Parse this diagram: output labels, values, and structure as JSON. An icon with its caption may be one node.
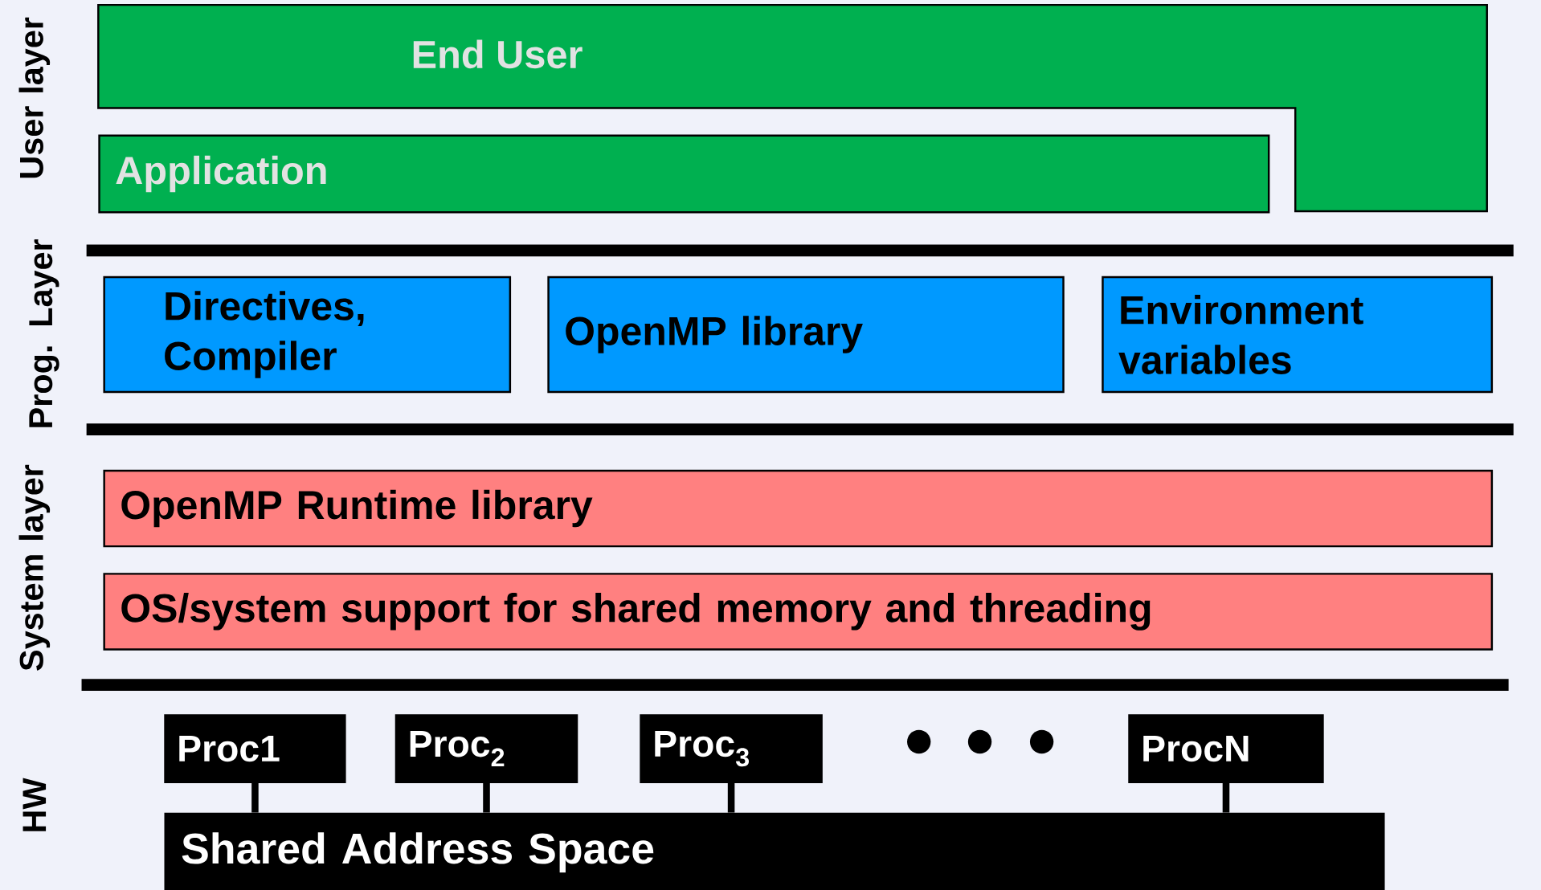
{
  "diagram": {
    "nodes": [
      {
        "text": [
          "End User"
        ]
      },
      {
        "text": [
          "Application"
        ]
      },
      {
        "text": [
          "Directives, Compiler"
        ]
      },
      {
        "text": [
          "OpenMP library"
        ]
      },
      {
        "text": [
          "Environment variables"
        ]
      },
      {
        "text": [
          "OpenMP Runtime library"
        ]
      },
      {
        "text": [
          "OS/system support for shared memory and threading"
        ]
      },
      {
        "text": [
          "Proc1"
        ]
      },
      {
        "text": [
          "Proc$_{2}$"
        ]
      },
      {
        "text": [
          "Proc$_{3}$"
        ]
      },
      {
        "text": [
          "ProcN"
        ]
      },
      {
        "text": [
          "Shared Address Space"
        ]
      }
    ],
    "edges": [
      {
        "from": 7,
        "to": 11,
        "arrow": "none"
      },
      {
        "from": 8,
        "to": 11,
        "arrow": "none"
      },
      {
        "from": 9,
        "to": 11,
        "arrow": "none"
      },
      {
        "from": 10,
        "to": 11,
        "arrow": "none"
      }
    ],
    "labels": [
      "User layer",
      "Prog. Layer",
      "System layer",
      "HW"
    ]
  }
}
